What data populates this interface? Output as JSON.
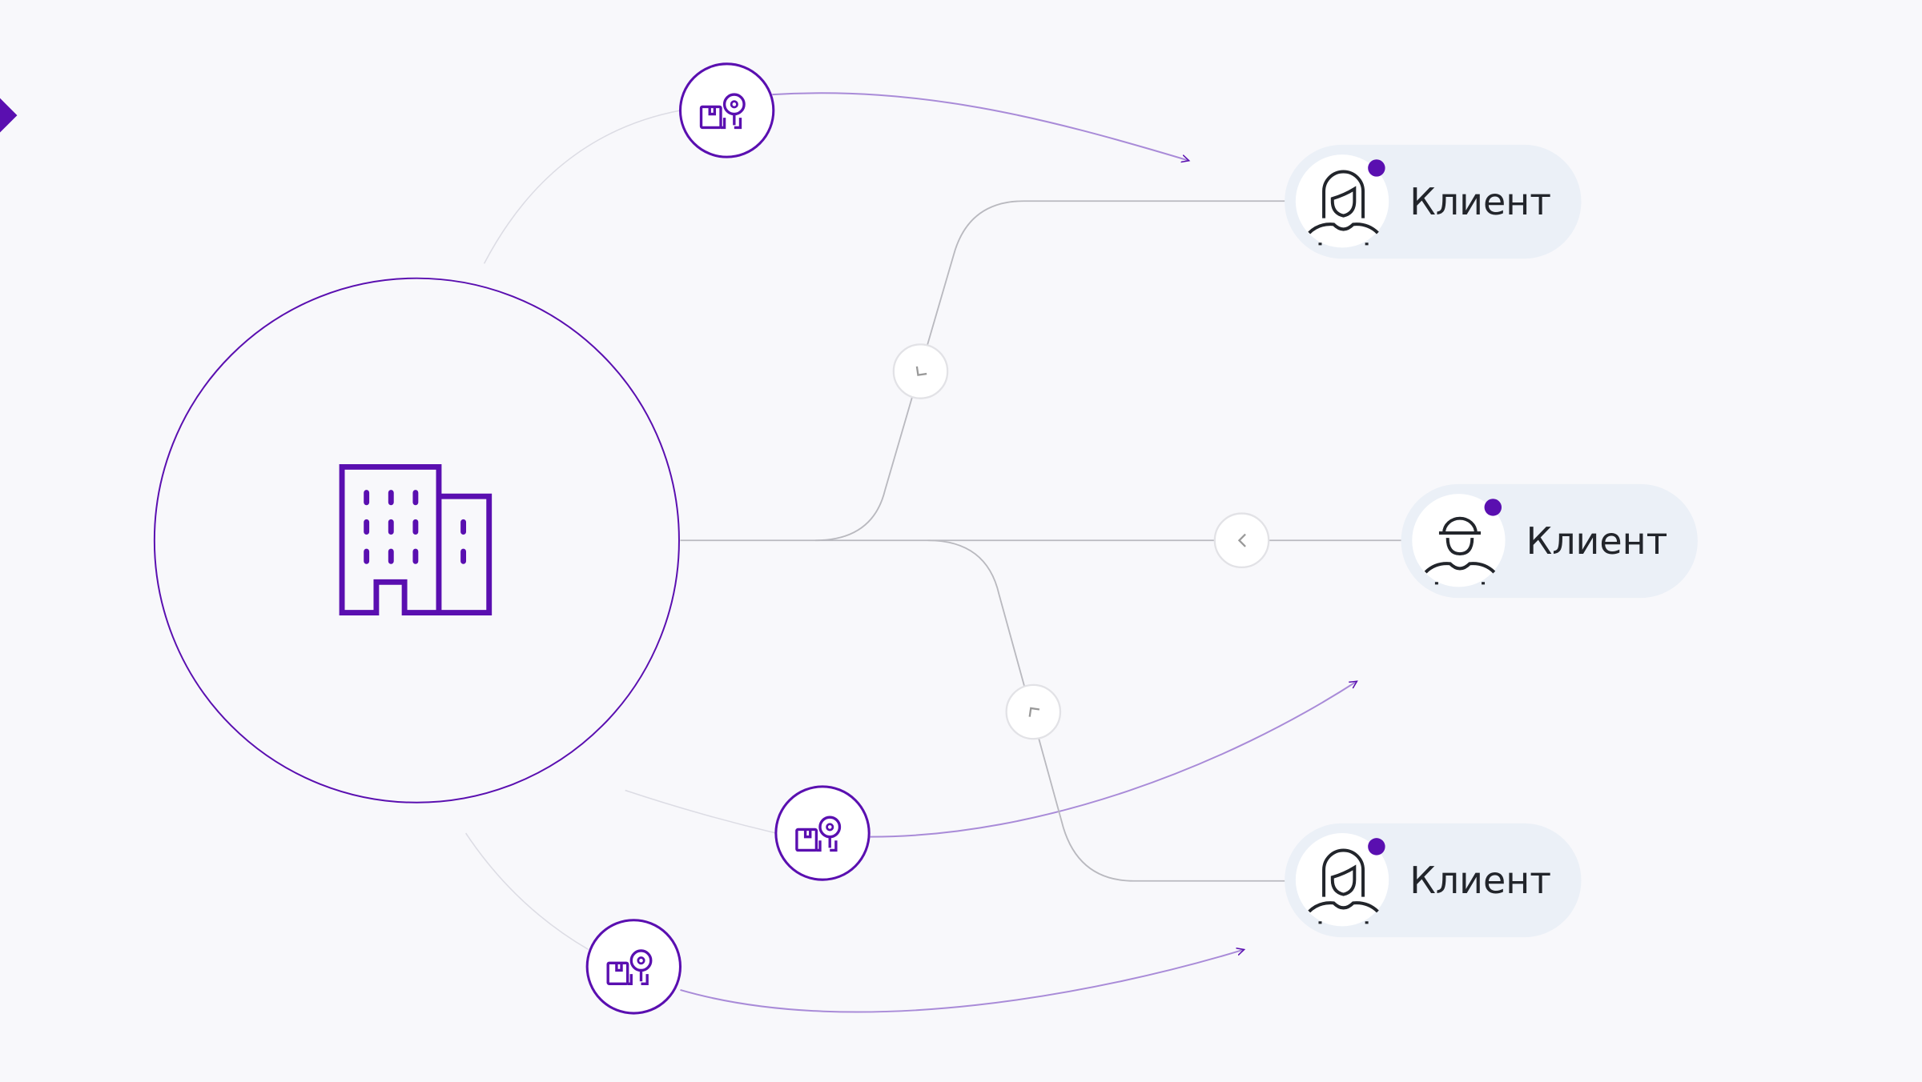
{
  "colors": {
    "accent": "#5a0fb0",
    "line": "#b9b9bf",
    "pill": "#ebf0f7",
    "background": "#f8f8fb",
    "text": "#22252b"
  },
  "center_node": {
    "icon": "building-icon"
  },
  "clients": [
    {
      "label": "Клиент",
      "icon": "woman-avatar-icon"
    },
    {
      "label": "Клиент",
      "icon": "worker-avatar-icon"
    },
    {
      "label": "Клиент",
      "icon": "woman-avatar-icon"
    }
  ],
  "flow_icons": [
    "package-location-icon",
    "package-location-icon",
    "package-location-icon"
  ],
  "connectors": [
    "chevron-down-left-icon",
    "chevron-left-icon",
    "chevron-up-left-icon"
  ]
}
